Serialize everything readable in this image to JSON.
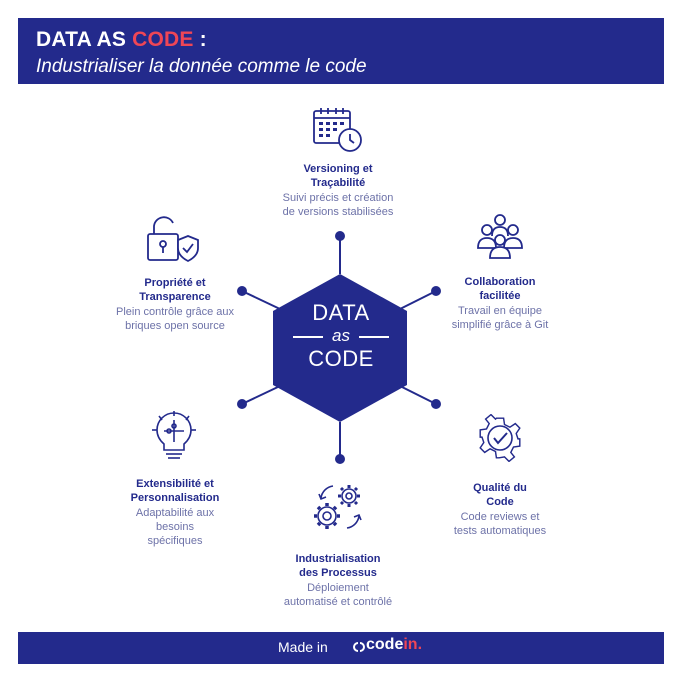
{
  "header": {
    "title_part1": "DATA AS ",
    "title_accent": "CODE",
    "title_part2": " :",
    "subtitle": "Industrialiser la donnée comme le code"
  },
  "center": {
    "line1": "DATA",
    "line2": "as",
    "line3": "CODE"
  },
  "items": [
    {
      "title1": "Versioning et",
      "title2": "Traçabilité",
      "desc1": "Suivi précis et création",
      "desc2": "de versions stabilisées",
      "icon": "calendar-clock-icon"
    },
    {
      "title1": "Collaboration",
      "title2": "facilitée",
      "desc1": "Travail en équipe",
      "desc2": "simplifié grâce à Git",
      "icon": "team-icon"
    },
    {
      "title1": "Qualité du",
      "title2": "Code",
      "desc1": "Code reviews et",
      "desc2": "tests automatiques",
      "icon": "gear-check-icon"
    },
    {
      "title1": "Industrialisation",
      "title2": "des Processus",
      "desc1": "Déploiement",
      "desc2": "automatisé et contrôlé",
      "icon": "gears-cycle-icon"
    },
    {
      "title1": "Extensibilité et",
      "title2": "Personnalisation",
      "desc1": "Adaptabilité aux",
      "desc2": "besoins",
      "desc3": "spécifiques",
      "icon": "lightbulb-puzzle-icon"
    },
    {
      "title1": "Propriété et",
      "title2": "Transparence",
      "desc1": "Plein contrôle grâce aux",
      "desc2": "briques open source",
      "icon": "lock-shield-icon"
    }
  ],
  "footer": {
    "made_in": "Made in",
    "logo_text": "code",
    "logo_accent": "in",
    "logo_dot": "."
  },
  "colors": {
    "primary": "#232a8c",
    "accent": "#ef4656",
    "muted_text": "#6d72a8"
  }
}
